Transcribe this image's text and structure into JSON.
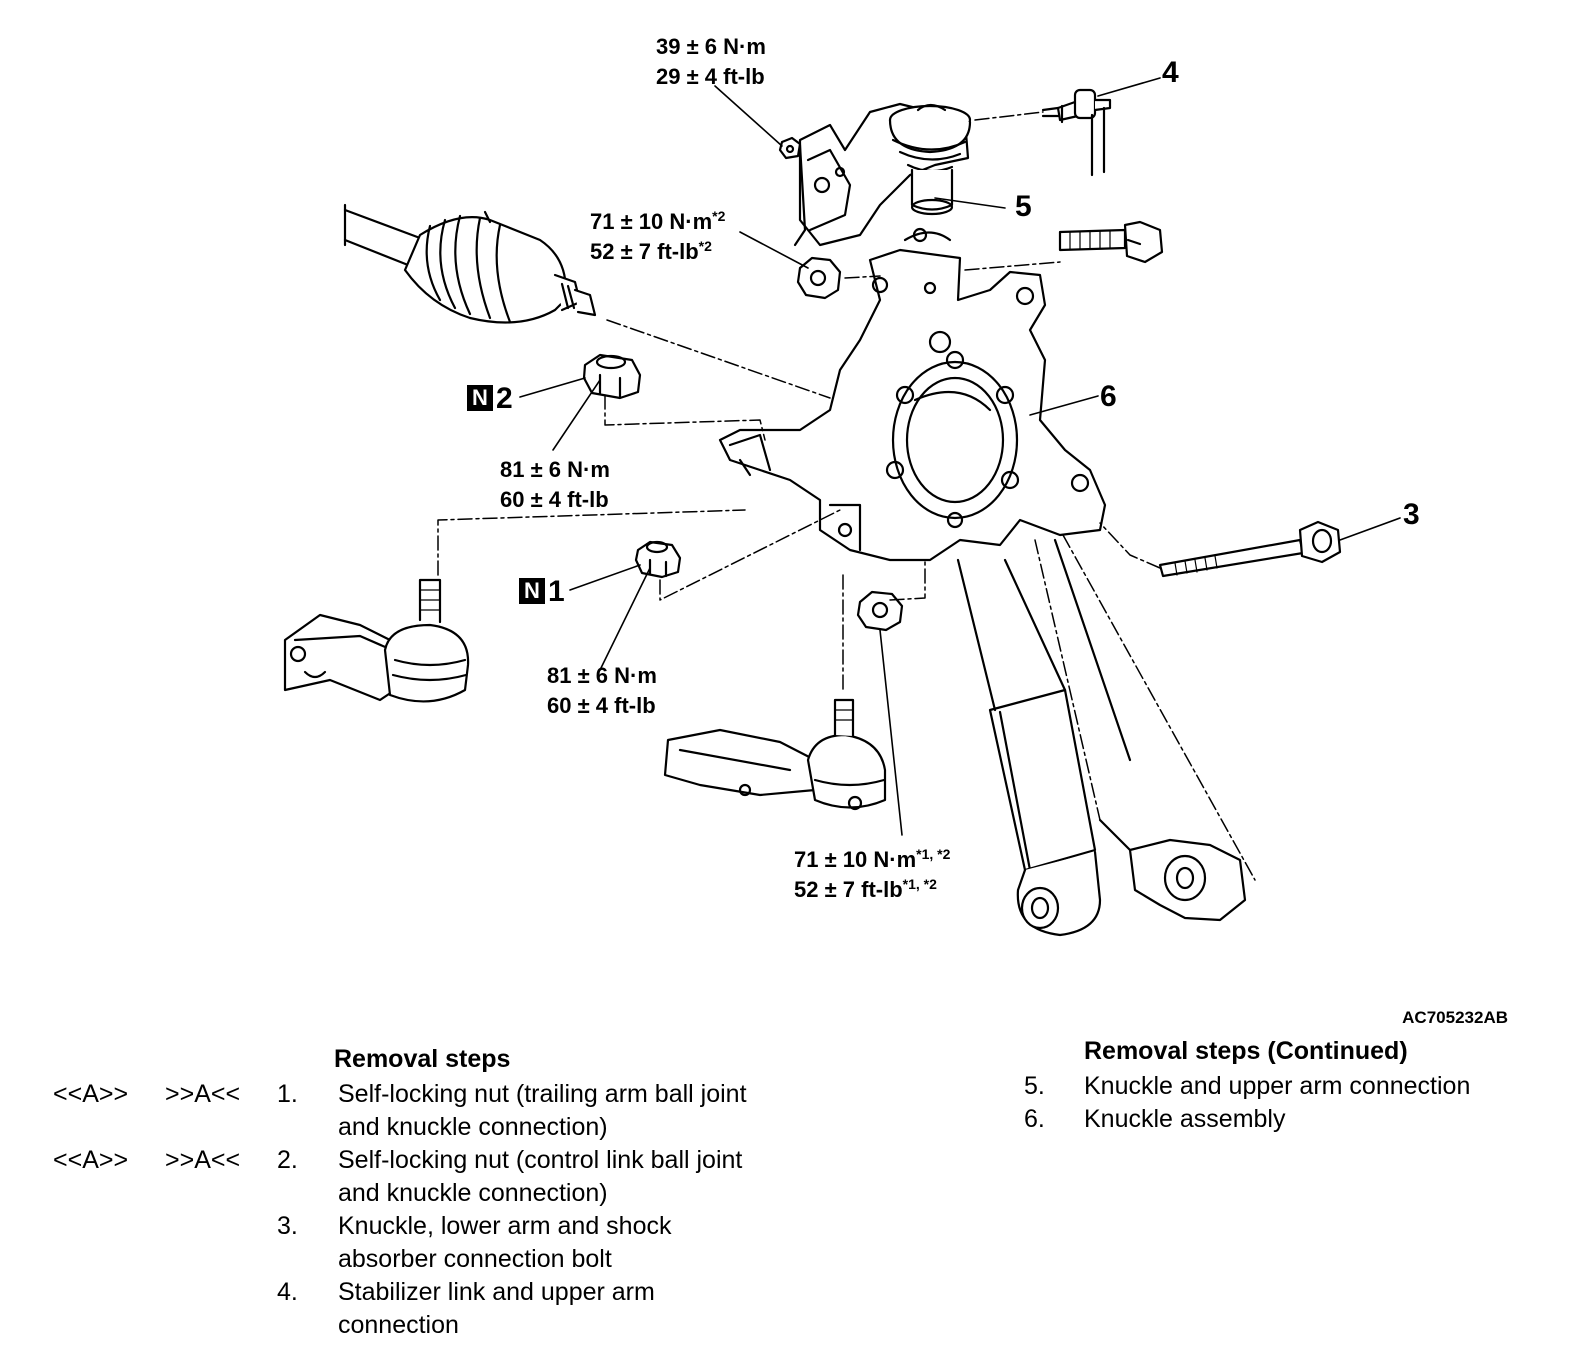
{
  "torque": {
    "t1_nm": "39 ± 6 N·m",
    "t1_ftlb": "29 ± 4 ft-lb",
    "t2_nm": "71 ± 10 N·m",
    "t2_nm_sup": "*2",
    "t2_ftlb": "52 ± 7 ft-lb",
    "t2_ftlb_sup": "*2",
    "t3_nm": "81 ± 6 N·m",
    "t3_ftlb": "60 ± 4 ft-lb",
    "t4_nm": "81 ± 6 N·m",
    "t4_ftlb": "60 ± 4 ft-lb",
    "t5_nm": "71 ± 10 N·m",
    "t5_nm_sup": "*1, *2",
    "t5_ftlb": "52 ± 7 ft-lb",
    "t5_ftlb_sup": "*1, *2"
  },
  "labels": {
    "n_mark": "N",
    "item1": "1",
    "item2": "2",
    "item3": "3",
    "item4": "4",
    "item5": "5",
    "item6": "6"
  },
  "figure_code": "AC705232AB",
  "removal": {
    "heading": "Removal steps",
    "heading_continued": "Removal steps (Continued)",
    "steps": [
      {
        "ref1": "<<A>>",
        "ref2": ">>A<<",
        "num": "1.",
        "text": "Self-locking nut (trailing arm ball joint and knuckle connection)"
      },
      {
        "ref1": "<<A>>",
        "ref2": ">>A<<",
        "num": "2.",
        "text": "Self-locking nut (control link ball joint and knuckle connection)"
      },
      {
        "ref1": "",
        "ref2": "",
        "num": "3.",
        "text": "Knuckle, lower arm and shock absorber connection bolt"
      },
      {
        "ref1": "",
        "ref2": "",
        "num": "4.",
        "text": "Stabilizer link and upper arm connection"
      },
      {
        "ref1": "",
        "ref2": "",
        "num": "5.",
        "text": "Knuckle and upper arm connection"
      },
      {
        "ref1": "",
        "ref2": "",
        "num": "6.",
        "text": "Knuckle assembly"
      }
    ]
  }
}
